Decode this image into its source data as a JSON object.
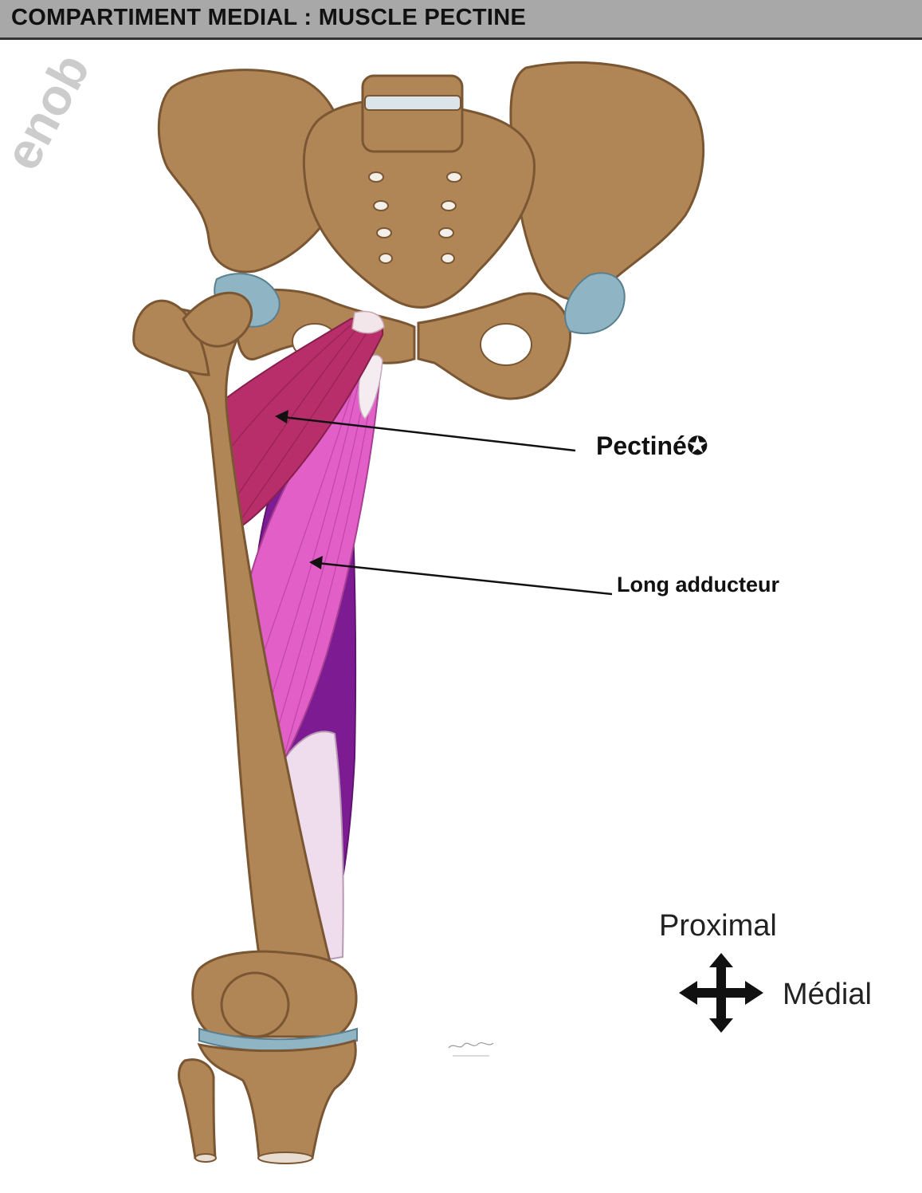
{
  "header": {
    "title": "COMPARTIMENT MEDIAL : MUSCLE PECTINE"
  },
  "labels": {
    "pectine": "Pectiné✪",
    "long_adducteur": "Long adducteur"
  },
  "orientation": {
    "proximal": "Proximal",
    "medial": "Médial"
  },
  "watermark": "enob",
  "colors": {
    "bone": "#b08656",
    "bone_dark": "#8a6438",
    "cartilage": "#8fb4c4",
    "pectineus": "#b82e6a",
    "long_adductor": "#e25fc8",
    "deep_adductor": "#7d1c92",
    "tendon": "#efdcec"
  }
}
